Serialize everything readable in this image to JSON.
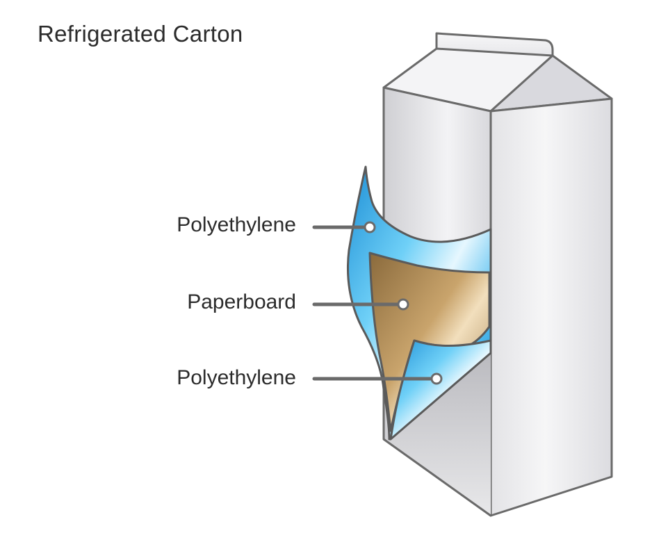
{
  "title": "Refrigerated Carton",
  "layers": [
    {
      "label": "Polyethylene",
      "color": "#29a8e6"
    },
    {
      "label": "Paperboard",
      "color": "#b08a55"
    },
    {
      "label": "Polyethylene",
      "color": "#29a8e6"
    }
  ],
  "colors": {
    "outline": "#6a6a6a",
    "carton": "#f2f2f4",
    "leader": "#6a6a6a"
  }
}
